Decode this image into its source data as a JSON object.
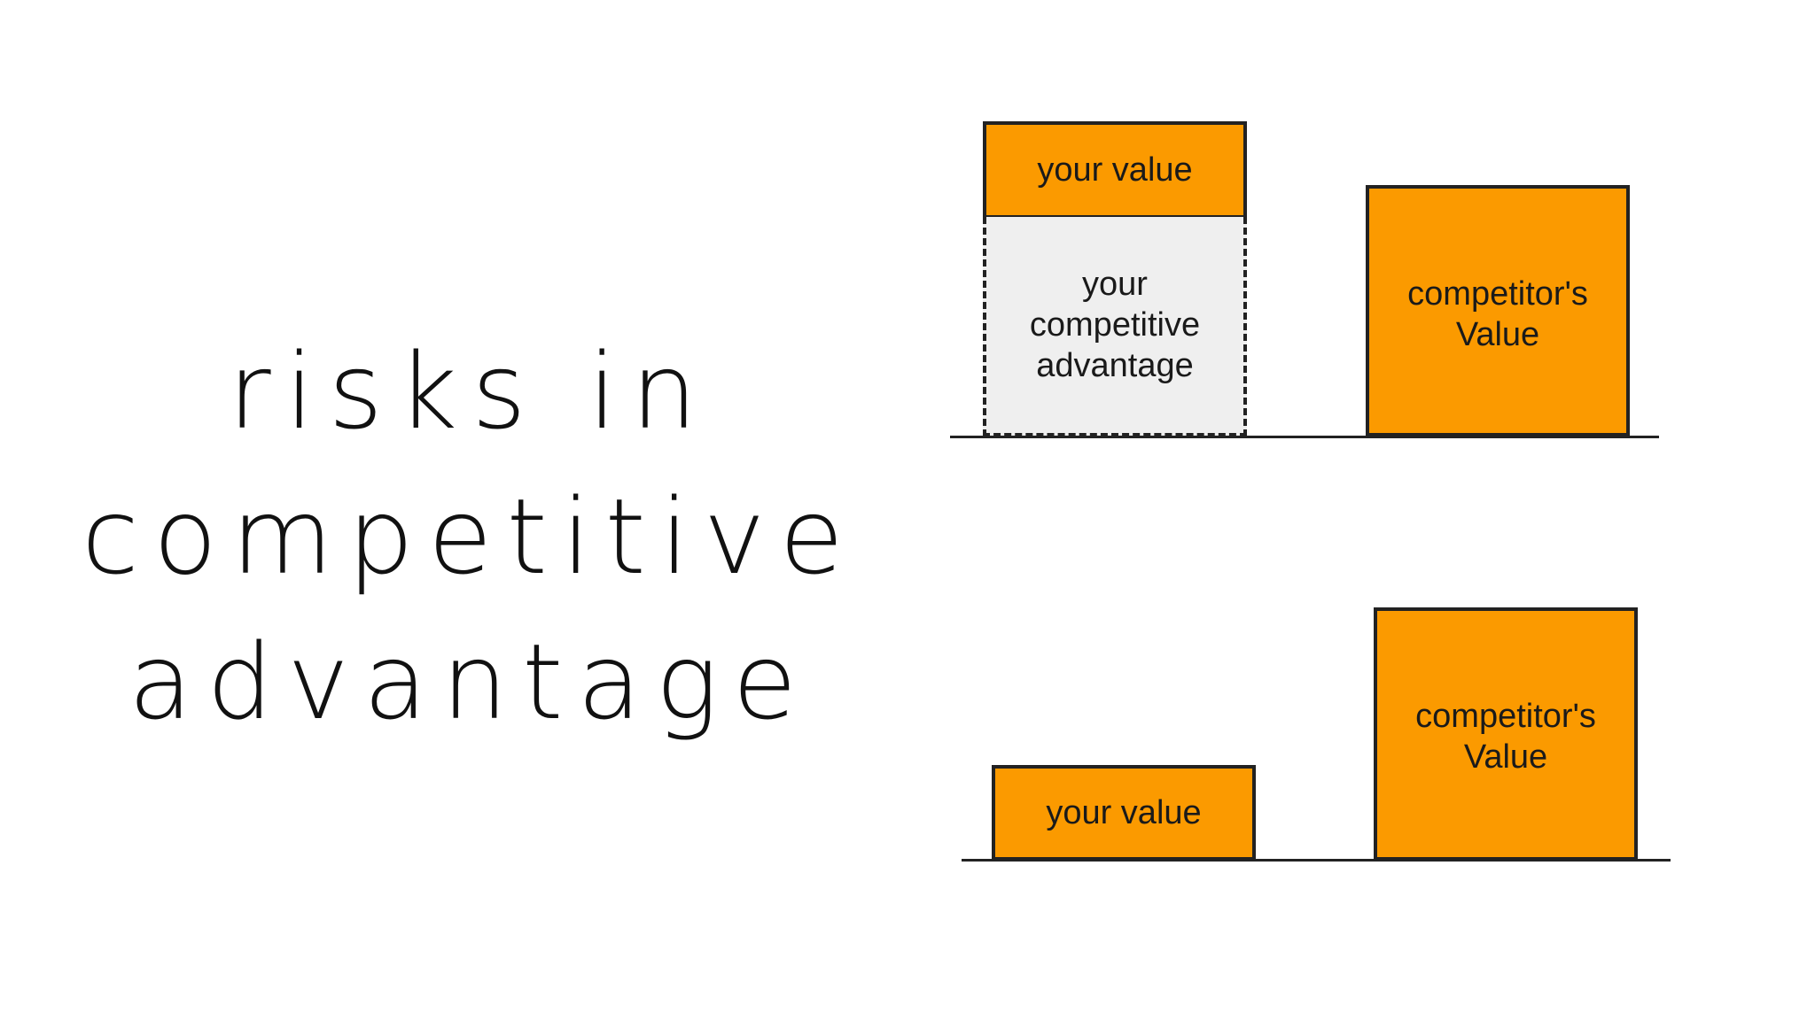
{
  "title": {
    "line1": "risks in",
    "line2": "competitive",
    "line3": "advantage"
  },
  "top_diagram": {
    "your_value_label": "your value",
    "advantage_line1": "your",
    "advantage_line2": "competitive",
    "advantage_line3": "advantage",
    "competitor_line1": "competitor's",
    "competitor_line2": "Value"
  },
  "bottom_diagram": {
    "your_value_label": "your value",
    "competitor_line1": "competitor's",
    "competitor_line2": "Value"
  },
  "colors": {
    "bar_fill": "#fb9a00",
    "advantage_fill": "#efefef",
    "outline": "#222222",
    "title_text": "#111111"
  }
}
